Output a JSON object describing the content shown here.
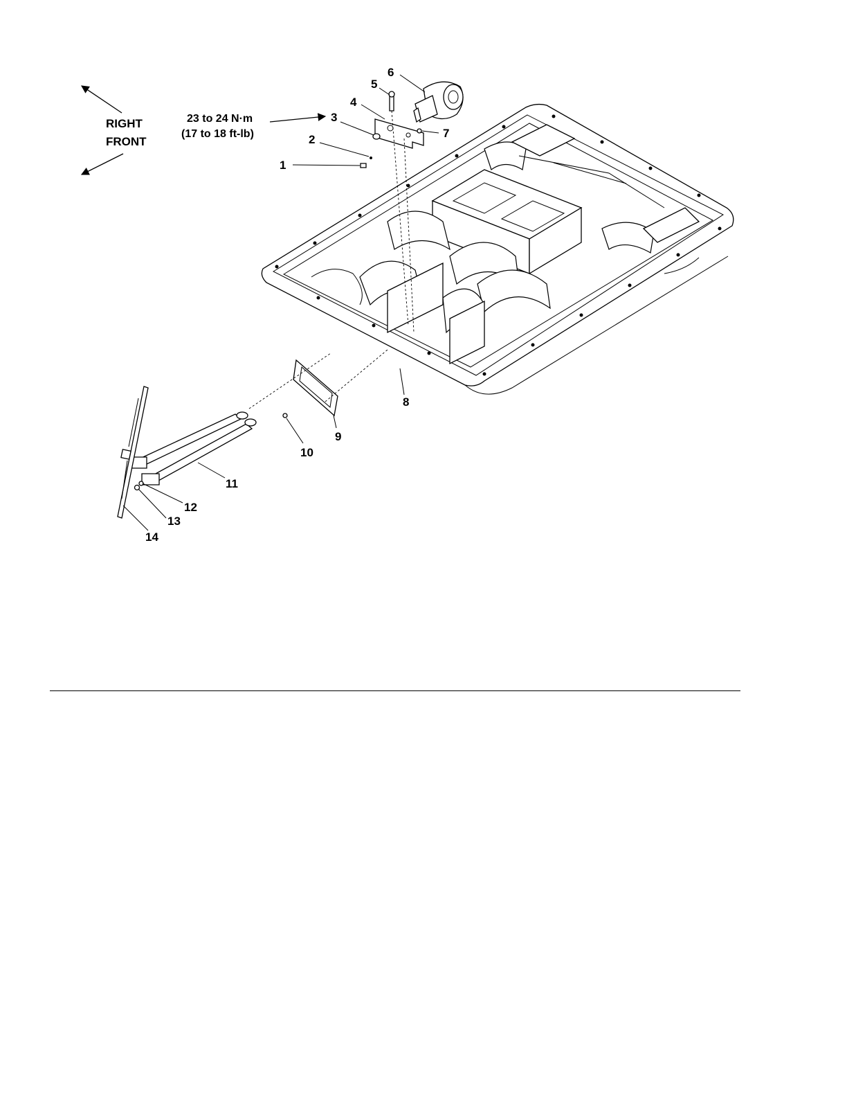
{
  "direction": {
    "right": "RIGHT",
    "front": "FRONT"
  },
  "torque": {
    "metric": "23 to 24 N·m",
    "imperial": "(17 to 18 ft-lb)"
  },
  "callouts": [
    "1",
    "2",
    "3",
    "4",
    "5",
    "6",
    "7",
    "8",
    "9",
    "10",
    "11",
    "12",
    "13",
    "14"
  ]
}
